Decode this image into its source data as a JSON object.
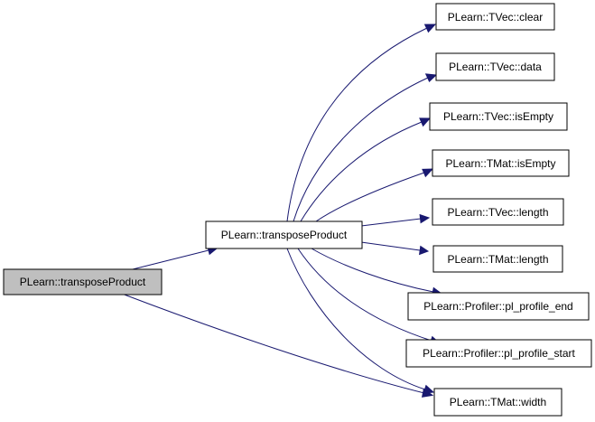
{
  "colors": {
    "edge": "#191970",
    "node_fill": "#ffffff",
    "root_fill": "#bfbfbf",
    "node_border": "#000000"
  },
  "nodes": {
    "root": "PLearn::transposeProduct",
    "middle": "PLearn::transposeProduct",
    "tvec_clear": "PLearn::TVec::clear",
    "tvec_data": "PLearn::TVec::data",
    "tvec_isempty": "PLearn::TVec::isEmpty",
    "tmat_isempty": "PLearn::TMat::isEmpty",
    "tvec_length": "PLearn::TVec::length",
    "tmat_length": "PLearn::TMat::length",
    "profile_end": "PLearn::Profiler::pl_profile_end",
    "profile_start": "PLearn::Profiler::pl_profile_start",
    "tmat_width": "PLearn::TMat::width"
  },
  "edges": [
    {
      "from": "root",
      "to": "middle"
    },
    {
      "from": "root",
      "to": "tmat_width"
    },
    {
      "from": "middle",
      "to": "tvec_clear"
    },
    {
      "from": "middle",
      "to": "tvec_data"
    },
    {
      "from": "middle",
      "to": "tvec_isempty"
    },
    {
      "from": "middle",
      "to": "tmat_isempty"
    },
    {
      "from": "middle",
      "to": "tvec_length"
    },
    {
      "from": "middle",
      "to": "tmat_length"
    },
    {
      "from": "middle",
      "to": "profile_end"
    },
    {
      "from": "middle",
      "to": "profile_start"
    },
    {
      "from": "middle",
      "to": "tmat_width"
    }
  ]
}
